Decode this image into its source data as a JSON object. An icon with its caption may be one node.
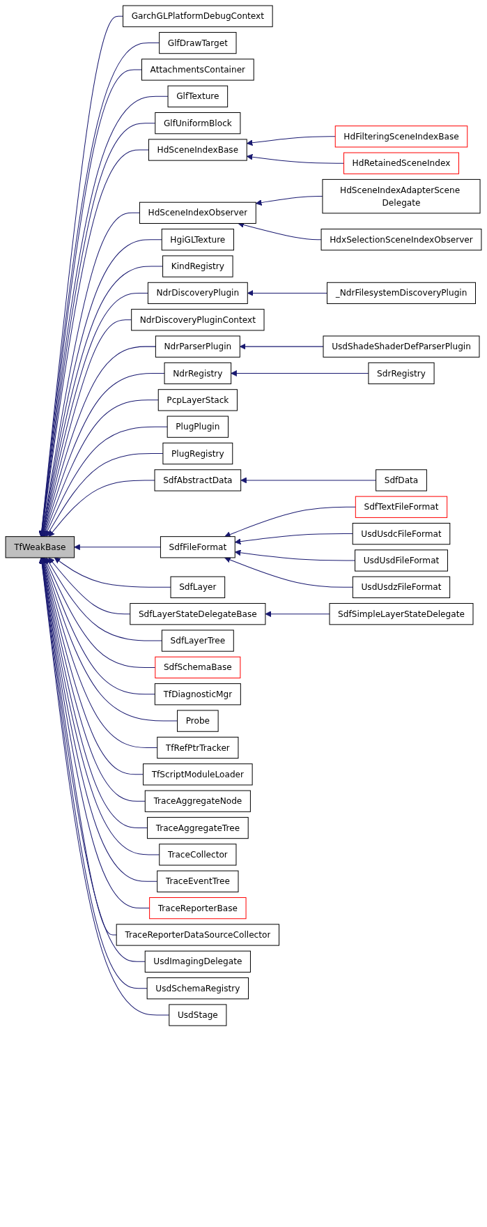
{
  "diagram": {
    "nodes": [
      {
        "text": [
          "TfWeakBase"
        ]
      },
      {
        "text": [
          "GarchGLPlatformDebugContext"
        ]
      },
      {
        "text": [
          "GlfDrawTarget"
        ]
      },
      {
        "text": [
          "AttachmentsContainer"
        ]
      },
      {
        "text": [
          "GlfTexture"
        ]
      },
      {
        "text": [
          "GlfUniformBlock"
        ]
      },
      {
        "text": [
          "HdSceneIndexBase"
        ]
      },
      {
        "text": [
          "HdSceneIndexObserver"
        ]
      },
      {
        "text": [
          "HgiGLTexture"
        ]
      },
      {
        "text": [
          "KindRegistry"
        ]
      },
      {
        "text": [
          "NdrDiscoveryPlugin"
        ]
      },
      {
        "text": [
          "NdrDiscoveryPluginContext"
        ]
      },
      {
        "text": [
          "NdrParserPlugin"
        ]
      },
      {
        "text": [
          "NdrRegistry"
        ]
      },
      {
        "text": [
          "PcpLayerStack"
        ]
      },
      {
        "text": [
          "PlugPlugin"
        ]
      },
      {
        "text": [
          "PlugRegistry"
        ]
      },
      {
        "text": [
          "SdfAbstractData"
        ]
      },
      {
        "text": [
          "SdfFileFormat"
        ]
      },
      {
        "text": [
          "SdfLayer"
        ]
      },
      {
        "text": [
          "SdfLayerStateDelegateBase"
        ]
      },
      {
        "text": [
          "SdfLayerTree"
        ]
      },
      {
        "text": [
          "SdfSchemaBase"
        ]
      },
      {
        "text": [
          "TfDiagnosticMgr"
        ]
      },
      {
        "text": [
          "Probe"
        ]
      },
      {
        "text": [
          "TfRefPtrTracker"
        ]
      },
      {
        "text": [
          "TfScriptModuleLoader"
        ]
      },
      {
        "text": [
          "TraceAggregateNode"
        ]
      },
      {
        "text": [
          "TraceAggregateTree"
        ]
      },
      {
        "text": [
          "TraceCollector"
        ]
      },
      {
        "text": [
          "TraceEventTree"
        ]
      },
      {
        "text": [
          "TraceReporterBase"
        ]
      },
      {
        "text": [
          "TraceReporterDataSourceCollector"
        ]
      },
      {
        "text": [
          "UsdImagingDelegate"
        ]
      },
      {
        "text": [
          "UsdSchemaRegistry"
        ]
      },
      {
        "text": [
          "UsdStage"
        ]
      },
      {
        "text": [
          "HdFilteringSceneIndexBase"
        ]
      },
      {
        "text": [
          "HdRetainedSceneIndex"
        ]
      },
      {
        "text": [
          "HdSceneIndexAdapterScene Delegate"
        ]
      },
      {
        "text": [
          "HdxSelectionSceneIndexObserver"
        ]
      },
      {
        "text": [
          "_NdrFilesystemDiscoveryPlugin"
        ]
      },
      {
        "text": [
          "UsdShadeShaderDefParserPlugin"
        ]
      },
      {
        "text": [
          "SdrRegistry"
        ]
      },
      {
        "text": [
          "SdfData"
        ]
      },
      {
        "text": [
          "SdfTextFileFormat"
        ]
      },
      {
        "text": [
          "UsdUsdcFileFormat"
        ]
      },
      {
        "text": [
          "UsdUsdFileFormat"
        ]
      },
      {
        "text": [
          "UsdUsdzFileFormat"
        ]
      },
      {
        "text": [
          "SdfSimpleLayerStateDelegate"
        ]
      }
    ],
    "edges": [
      {
        "from": 1,
        "to": 0,
        "arrow": "to"
      },
      {
        "from": 2,
        "to": 0,
        "arrow": "to"
      },
      {
        "from": 3,
        "to": 0,
        "arrow": "to"
      },
      {
        "from": 4,
        "to": 0,
        "arrow": "to"
      },
      {
        "from": 5,
        "to": 0,
        "arrow": "to"
      },
      {
        "from": 6,
        "to": 0,
        "arrow": "to"
      },
      {
        "from": 7,
        "to": 0,
        "arrow": "to"
      },
      {
        "from": 8,
        "to": 0,
        "arrow": "to"
      },
      {
        "from": 9,
        "to": 0,
        "arrow": "to"
      },
      {
        "from": 10,
        "to": 0,
        "arrow": "to"
      },
      {
        "from": 11,
        "to": 0,
        "arrow": "to"
      },
      {
        "from": 12,
        "to": 0,
        "arrow": "to"
      },
      {
        "from": 13,
        "to": 0,
        "arrow": "to"
      },
      {
        "from": 14,
        "to": 0,
        "arrow": "to"
      },
      {
        "from": 15,
        "to": 0,
        "arrow": "to"
      },
      {
        "from": 16,
        "to": 0,
        "arrow": "to"
      },
      {
        "from": 17,
        "to": 0,
        "arrow": "to"
      },
      {
        "from": 18,
        "to": 0,
        "arrow": "to"
      },
      {
        "from": 19,
        "to": 0,
        "arrow": "to"
      },
      {
        "from": 20,
        "to": 0,
        "arrow": "to"
      },
      {
        "from": 21,
        "to": 0,
        "arrow": "to"
      },
      {
        "from": 22,
        "to": 0,
        "arrow": "to"
      },
      {
        "from": 23,
        "to": 0,
        "arrow": "to"
      },
      {
        "from": 24,
        "to": 0,
        "arrow": "to"
      },
      {
        "from": 25,
        "to": 0,
        "arrow": "to"
      },
      {
        "from": 26,
        "to": 0,
        "arrow": "to"
      },
      {
        "from": 27,
        "to": 0,
        "arrow": "to"
      },
      {
        "from": 28,
        "to": 0,
        "arrow": "to"
      },
      {
        "from": 29,
        "to": 0,
        "arrow": "to"
      },
      {
        "from": 30,
        "to": 0,
        "arrow": "to"
      },
      {
        "from": 31,
        "to": 0,
        "arrow": "to"
      },
      {
        "from": 32,
        "to": 0,
        "arrow": "to"
      },
      {
        "from": 33,
        "to": 0,
        "arrow": "to"
      },
      {
        "from": 34,
        "to": 0,
        "arrow": "to"
      },
      {
        "from": 35,
        "to": 0,
        "arrow": "to"
      },
      {
        "from": 36,
        "to": 6,
        "arrow": "to"
      },
      {
        "from": 37,
        "to": 6,
        "arrow": "to"
      },
      {
        "from": 38,
        "to": 7,
        "arrow": "to"
      },
      {
        "from": 39,
        "to": 7,
        "arrow": "to"
      },
      {
        "from": 40,
        "to": 10,
        "arrow": "to"
      },
      {
        "from": 41,
        "to": 12,
        "arrow": "to"
      },
      {
        "from": 42,
        "to": 13,
        "arrow": "to"
      },
      {
        "from": 43,
        "to": 17,
        "arrow": "to"
      },
      {
        "from": 44,
        "to": 18,
        "arrow": "to"
      },
      {
        "from": 45,
        "to": 18,
        "arrow": "to"
      },
      {
        "from": 46,
        "to": 18,
        "arrow": "to"
      },
      {
        "from": 47,
        "to": 18,
        "arrow": "to"
      },
      {
        "from": 48,
        "to": 20,
        "arrow": "to"
      }
    ]
  }
}
